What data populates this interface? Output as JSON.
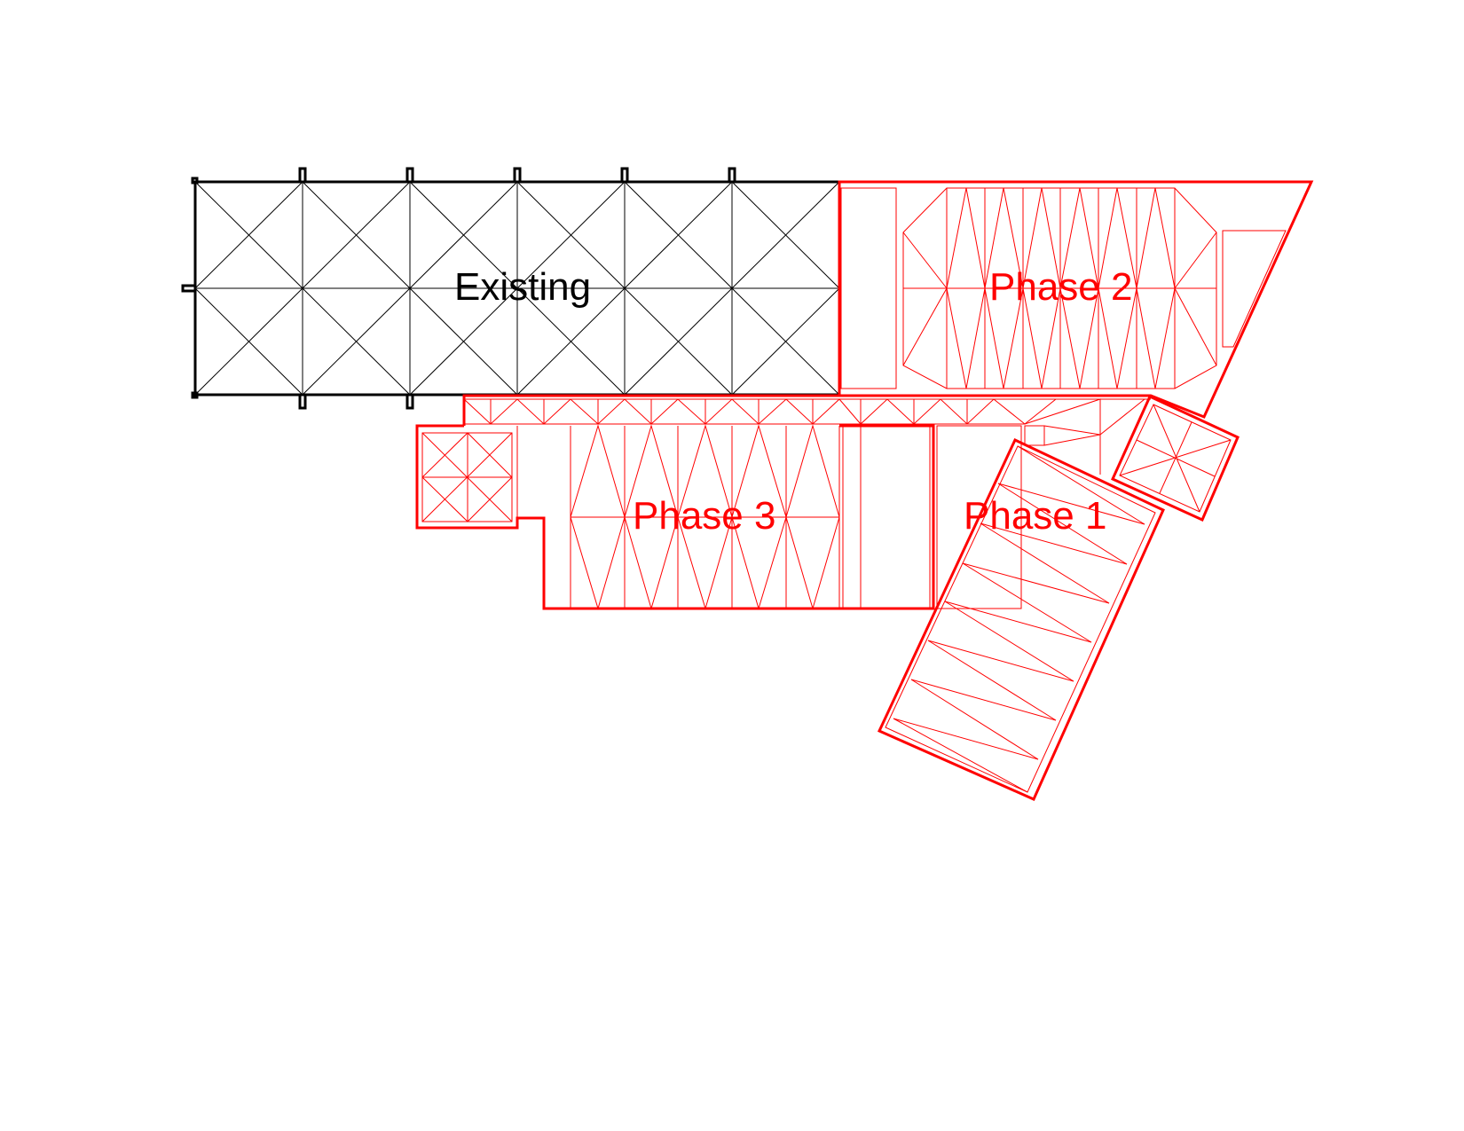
{
  "diagram": {
    "type": "architectural-floor-plan",
    "colors": {
      "existing": "#000000",
      "proposed": "#ff0000",
      "background": "#ffffff"
    },
    "labels": {
      "existing": "Existing",
      "phase1": "Phase 1",
      "phase2": "Phase 2",
      "phase3": "Phase 3"
    },
    "zones": [
      {
        "id": "existing",
        "label": "Existing",
        "color": "#000000"
      },
      {
        "id": "phase2",
        "label": "Phase 2",
        "color": "#ff0000"
      },
      {
        "id": "phase3",
        "label": "Phase 3",
        "color": "#ff0000"
      },
      {
        "id": "phase1",
        "label": "Phase 1",
        "color": "#ff0000"
      }
    ]
  }
}
